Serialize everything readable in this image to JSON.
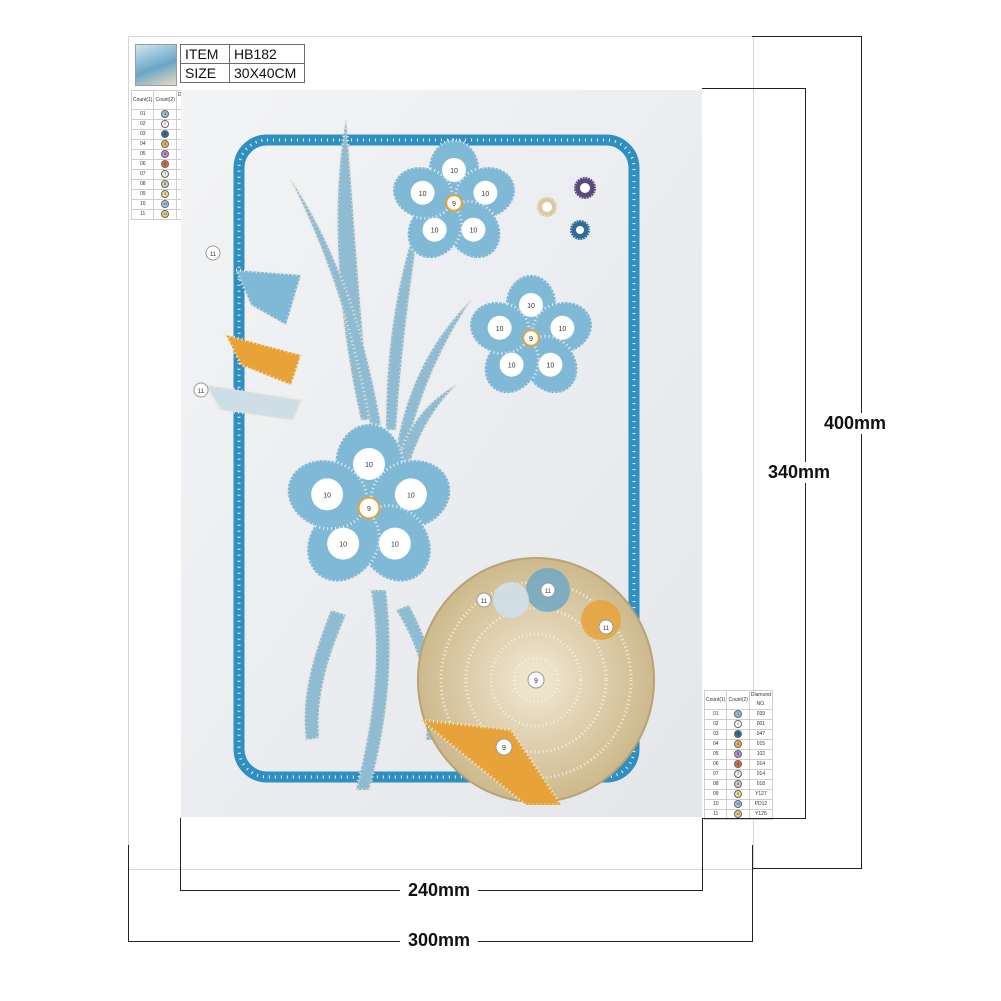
{
  "item": {
    "item_label": "ITEM",
    "item_value": "HB182",
    "size_label": "SIZE",
    "size_value": "30X40CM"
  },
  "dimensions": {
    "canvas_height": "400mm",
    "image_height": "340mm",
    "image_width": "240mm",
    "canvas_width": "300mm"
  },
  "legend": {
    "headers": [
      "Count(1)",
      "Count(2)",
      "Diamond NO."
    ],
    "rows": [
      {
        "no": "01",
        "sym": "1",
        "code": "039",
        "color": "#8fc1da"
      },
      {
        "no": "02",
        "sym": "2",
        "code": "001",
        "color": "#ffffff"
      },
      {
        "no": "03",
        "sym": "3",
        "code": "047",
        "color": "#2f6d93"
      },
      {
        "no": "04",
        "sym": "4",
        "code": "015",
        "color": "#f0b44a"
      },
      {
        "no": "05",
        "sym": "5",
        "code": "102",
        "color": "#b88fd0"
      },
      {
        "no": "06",
        "sym": "6",
        "code": "014",
        "color": "#e06b3a"
      },
      {
        "no": "07",
        "sym": "7",
        "code": "014",
        "color": "#eeeeee"
      },
      {
        "no": "08",
        "sym": "8",
        "code": "018",
        "color": "#d9d2c0"
      },
      {
        "no": "09",
        "sym": "9",
        "code": "Y127",
        "color": "#f4e08a"
      },
      {
        "no": "10",
        "sym": "10",
        "code": "PD12",
        "color": "#9fd3e8"
      },
      {
        "no": "11",
        "sym": "11",
        "code": "Y125",
        "color": "#f3d27a"
      }
    ]
  },
  "art_labels": {
    "petal": "10",
    "center": "9",
    "bud": "11"
  },
  "colors": {
    "frame_blue": "#2f8fc1",
    "petal_blue": "#7fb9d6",
    "straw": "#d9c9a3",
    "gold": "#e8a23a",
    "paper": "#eef0f3"
  }
}
